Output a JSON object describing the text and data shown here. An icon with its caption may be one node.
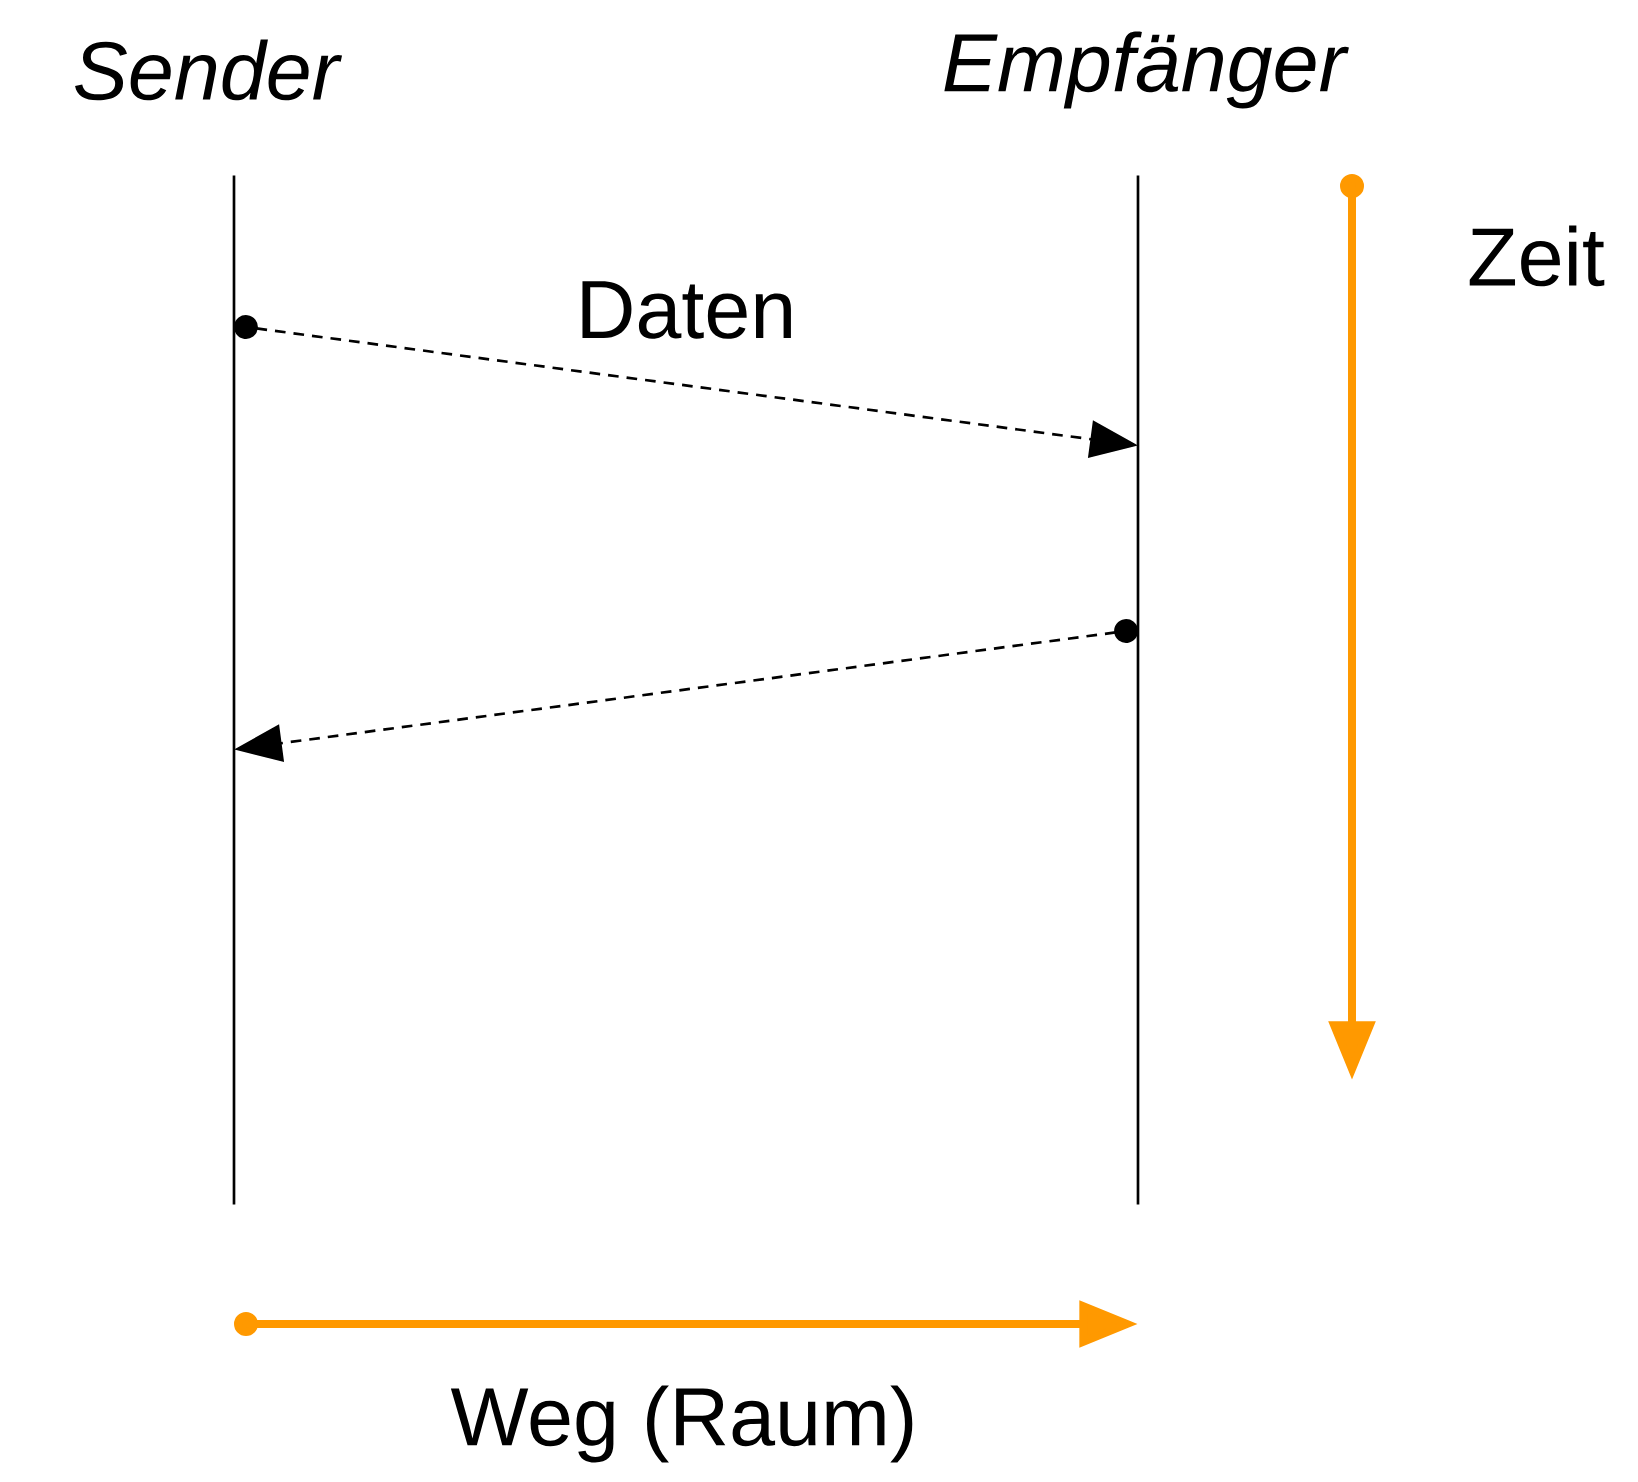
{
  "diagram": {
    "nodes": [
      {
        "text": [
          "Sender"
        ]
      },
      {
        "text": [
          "Empfänger"
        ]
      }
    ],
    "edges": [
      {
        "from": 0,
        "to": 1,
        "arrow": "to",
        "style": "dashed",
        "label": "Daten"
      },
      {
        "from": 1,
        "to": 0,
        "arrow": "to",
        "style": "dashed"
      }
    ],
    "labels": [
      "Zeit",
      "Weg (Raum)"
    ]
  }
}
